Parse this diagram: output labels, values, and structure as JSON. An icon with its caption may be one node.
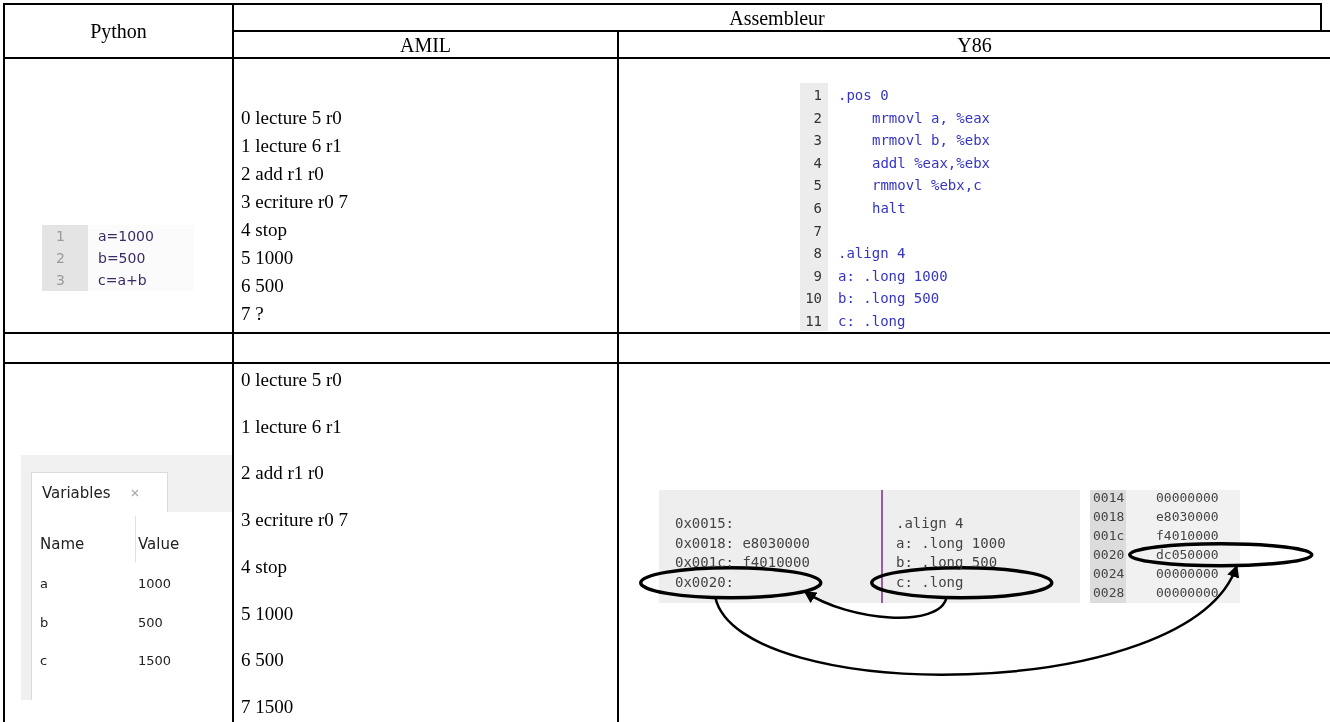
{
  "diagram": {
    "nodes": [
      {
        "text": [],
        "shape": "ellipse"
      },
      {
        "text": [],
        "shape": "ellipse"
      },
      {
        "text": [],
        "shape": "ellipse"
      }
    ],
    "edges": [
      {
        "from": 1,
        "to": 0,
        "arrow": "to"
      },
      {
        "from": 0,
        "to": 2,
        "arrow": "to"
      }
    ],
    "labels": [
      "Python",
      "Assembleur",
      "AMIL",
      "Y86",
      "1",
      "a=1000",
      "2",
      "b=500",
      "3",
      "c=a+b",
      "0 lecture 5 r0",
      "1 lecture 6 r1",
      "2 add r1 r0",
      "3 ecriture r0 7",
      "4 stop",
      "5 1000",
      "6 500",
      "7 ?",
      "1",
      ".pos 0",
      "2",
      "mrmovl a, %eax",
      "3",
      "mrmovl b, %ebx",
      "4",
      "addl %eax,%ebx",
      "5",
      "rmmovl %ebx,c",
      "6",
      "halt",
      "7",
      "8",
      ".align 4",
      "9",
      "a: .long 1000",
      "10",
      "b: .long 500",
      "11",
      "c: .long",
      "Variables",
      "Name",
      "Value",
      "a",
      "1000",
      "b",
      "500",
      "c",
      "1500",
      "0 lecture 5 r0",
      "1 lecture 6 r1",
      "2 add r1 r0",
      "3 ecriture r0 7",
      "4 stop",
      "5 1000",
      "6 500",
      "7 1500",
      "0x0015:",
      "0x0018: e8030000",
      "0x001c: f4010000",
      "0x0020:",
      ".align 4",
      "a: .long 1000",
      "b: .long 500",
      "c: .long",
      "0014",
      "00000000",
      "0018",
      "e8030000",
      "001c",
      "f4010000",
      "0020",
      "dc050000",
      "0024",
      "00000000",
      "0028",
      "00000000"
    ]
  }
}
